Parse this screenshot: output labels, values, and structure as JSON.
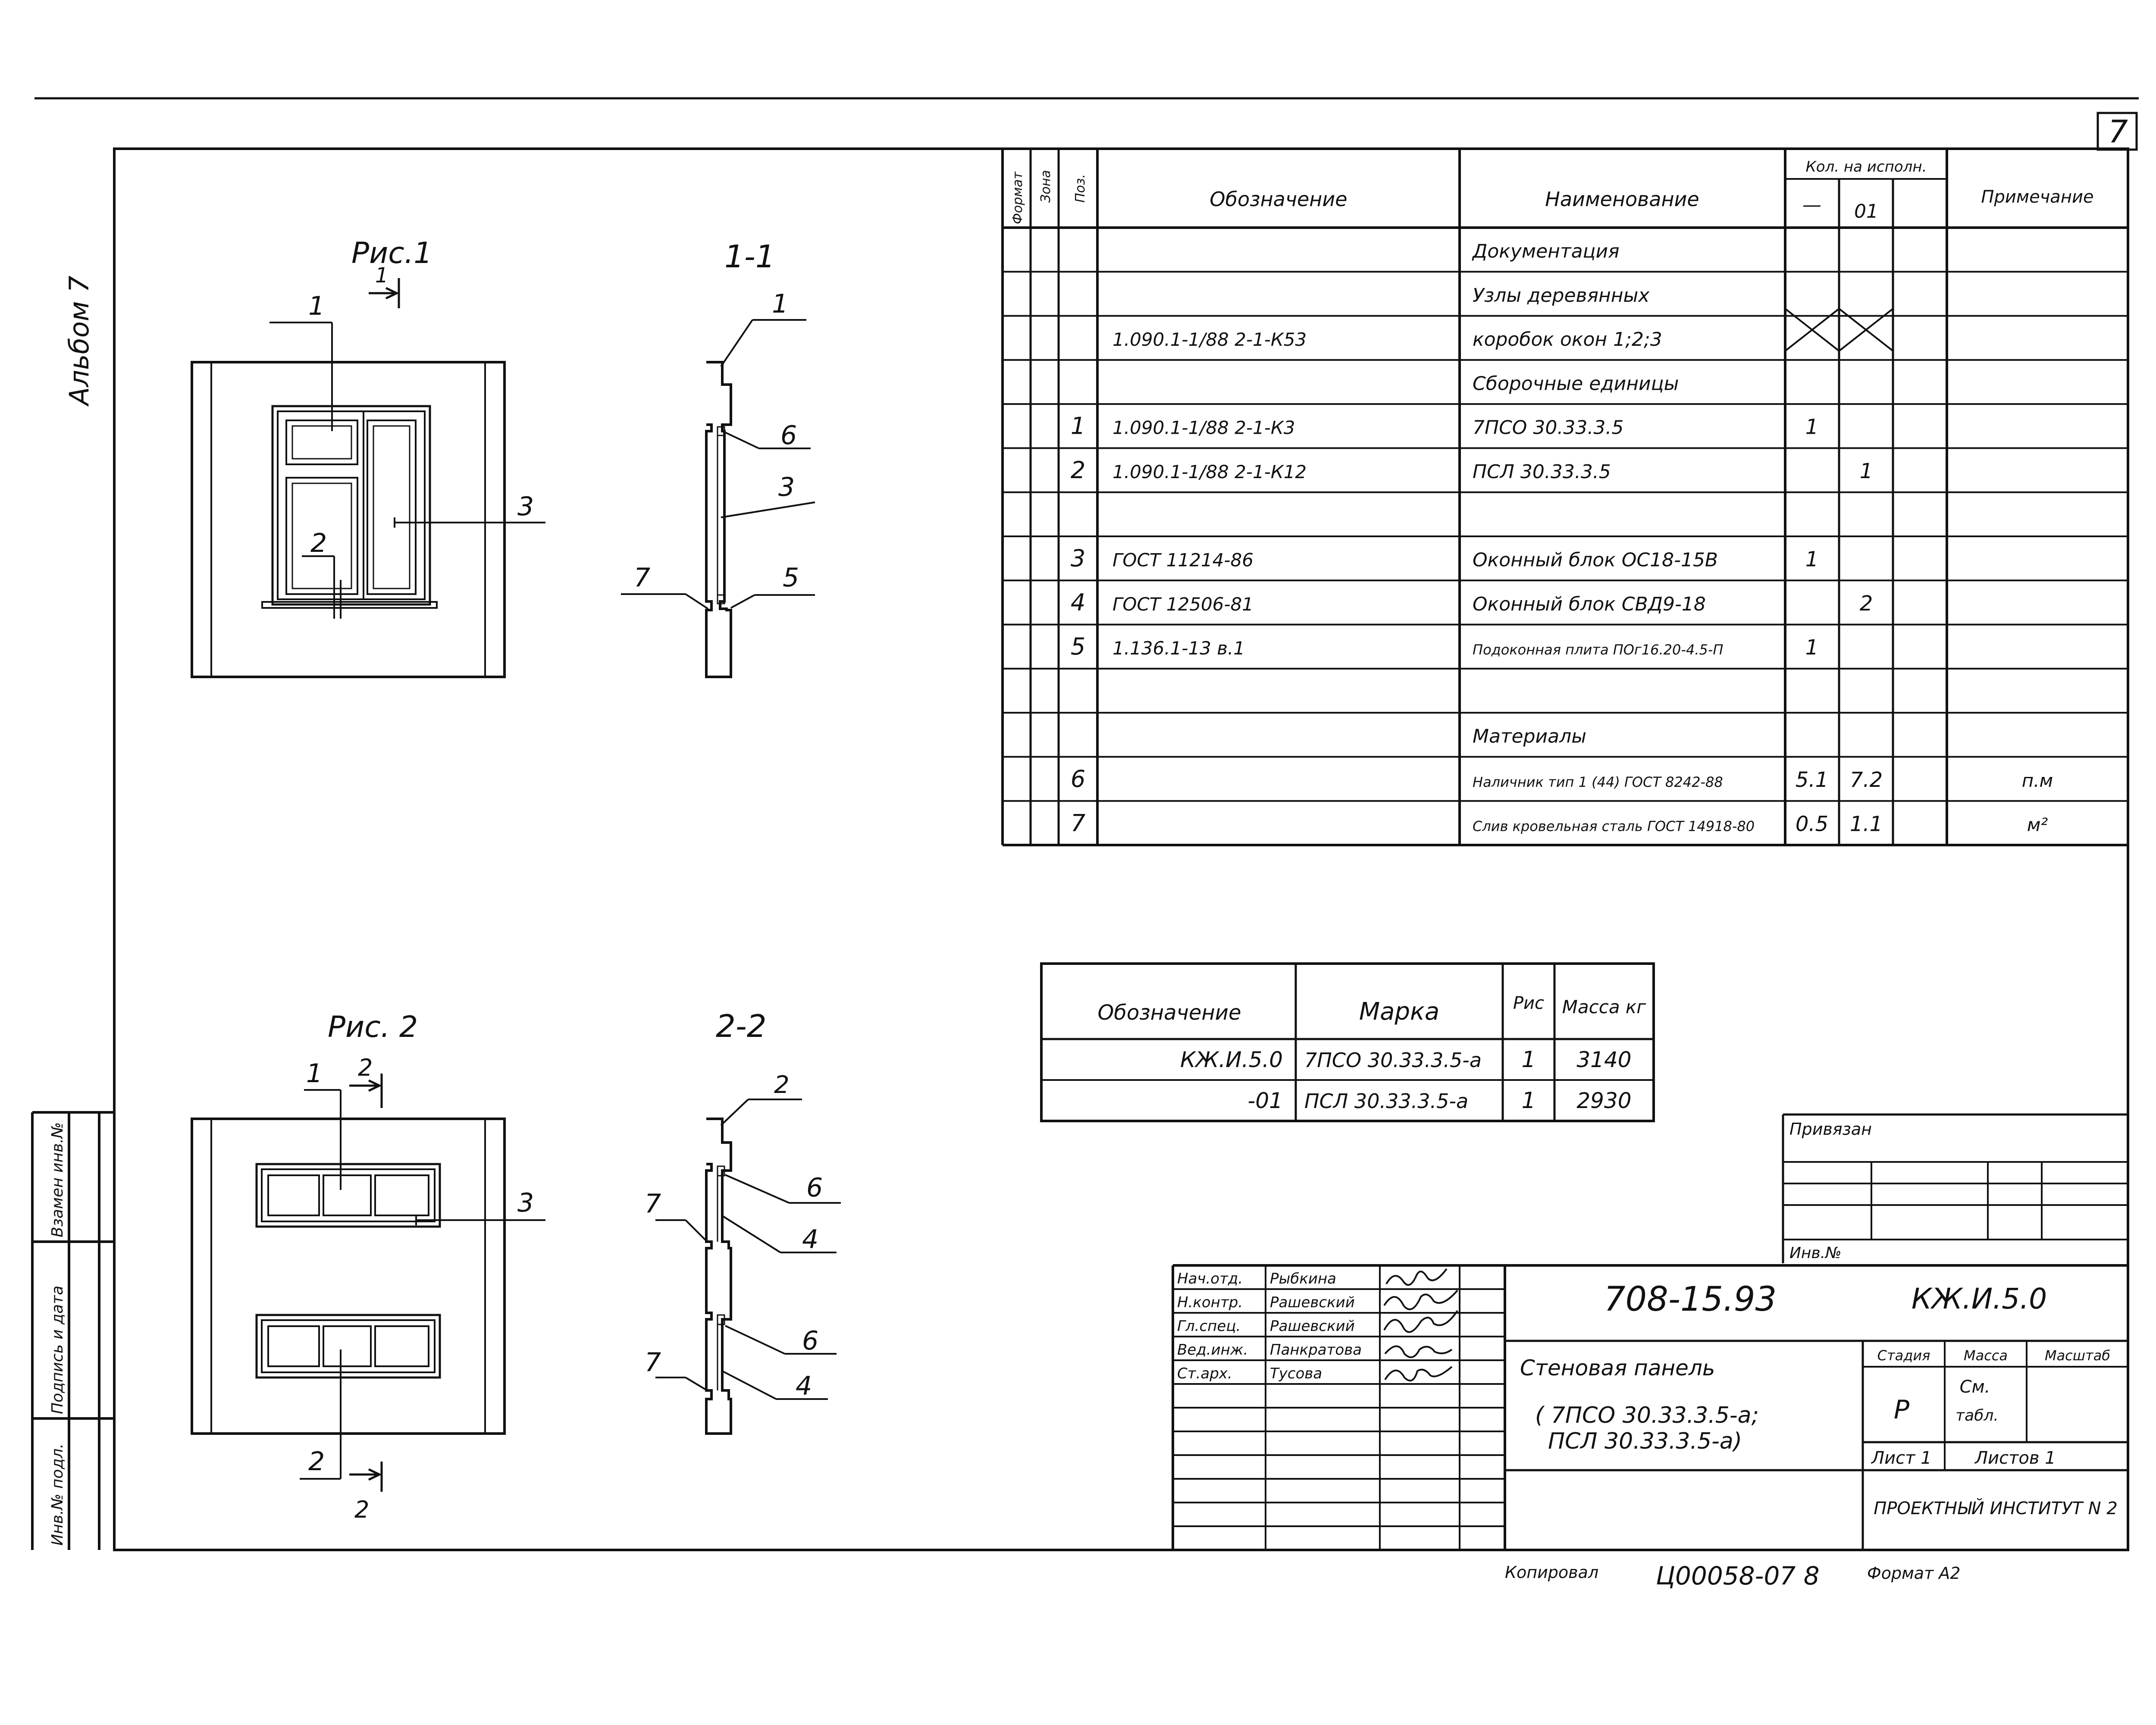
{
  "sheet_number": "7",
  "album_label": "Альбом 7",
  "left_strip": {
    "stamp1": "Взамен инв.№",
    "stamp2": "Подпись и дата",
    "stamp3": "Инв.№ подл."
  },
  "fig1": {
    "title": "Рис.1",
    "section_mark": "1",
    "callout_1": "1",
    "callout_2": "2",
    "callout_3": "3"
  },
  "sec1": {
    "title": "1-1",
    "c1": "1",
    "c6": "6",
    "c3": "3",
    "c7": "7",
    "c5": "5"
  },
  "fig2": {
    "title": "Рис. 2",
    "section_mark_top": "2",
    "section_mark_bottom": "2",
    "callout_1": "1",
    "callout_2": "2",
    "callout_3": "3"
  },
  "sec2": {
    "title": "2-2",
    "c2": "2",
    "c6a": "6",
    "c7a": "7",
    "c4a": "4",
    "c6b": "6",
    "c7b": "7",
    "c4b": "4"
  },
  "spec": {
    "headers": {
      "format": "Формат",
      "zone": "Зона",
      "pos": "Поз.",
      "designation": "Обозначение",
      "name": "Наименование",
      "qty": "Кол. на исполн.",
      "qty_a": "—",
      "qty_b": "01",
      "note": "Примечание"
    },
    "rows": [
      {
        "pos": "",
        "designation": "",
        "name": "Документация",
        "qa": "",
        "qb": "",
        "note": ""
      },
      {
        "pos": "",
        "designation": "",
        "name": "Узлы деревянных",
        "qa": "",
        "qb": "",
        "note": ""
      },
      {
        "pos": "",
        "designation": "1.090.1-1/88   2-1-К53",
        "name": "коробок окон 1;2;3",
        "qa": "",
        "qb": "",
        "note": ""
      },
      {
        "pos": "",
        "designation": "",
        "name": "Сборочные единицы",
        "qa": "",
        "qb": "",
        "note": ""
      },
      {
        "pos": "1",
        "designation": "1.090.1-1/88   2-1-К3",
        "name": "7ПСО 30.33.3.5",
        "qa": "1",
        "qb": "",
        "note": ""
      },
      {
        "pos": "2",
        "designation": "1.090.1-1/88   2-1-К12",
        "name": "ПСЛ 30.33.3.5",
        "qa": "",
        "qb": "1",
        "note": ""
      },
      {
        "pos": "",
        "designation": "",
        "name": "",
        "qa": "",
        "qb": "",
        "note": ""
      },
      {
        "pos": "3",
        "designation": "ГОСТ 11214-86",
        "name": "Оконный блок ОС18-15В",
        "qa": "1",
        "qb": "",
        "note": ""
      },
      {
        "pos": "4",
        "designation": "ГОСТ 12506-81",
        "name": "Оконный блок СВД9-18",
        "qa": "",
        "qb": "2",
        "note": ""
      },
      {
        "pos": "5",
        "designation": "1.136.1-13 в.1",
        "name": "Подоконная плита ПОг16.20-4.5-П",
        "qa": "1",
        "qb": "",
        "note": ""
      },
      {
        "pos": "",
        "designation": "",
        "name": "",
        "qa": "",
        "qb": "",
        "note": ""
      },
      {
        "pos": "",
        "designation": "",
        "name": "Материалы",
        "qa": "",
        "qb": "",
        "note": ""
      },
      {
        "pos": "6",
        "designation": "",
        "name": "Наличник тип 1 (44) ГОСТ 8242-88",
        "qa": "5.1",
        "qb": "7.2",
        "note": "п.м"
      },
      {
        "pos": "7",
        "designation": "",
        "name": "Слив кровельная сталь ГОСТ 14918-80",
        "qa": "0.5",
        "qb": "1.1",
        "note": "м²"
      }
    ]
  },
  "marks": {
    "headers": {
      "designation": "Обозначение",
      "mark": "Марка",
      "fig": "Рис",
      "mass": "Масса кг"
    },
    "rows": [
      {
        "designation": "КЖ.И.5.0",
        "mark": "7ПСО 30.33.3.5-а",
        "fig": "1",
        "mass": "3140"
      },
      {
        "designation": "-01",
        "mark": "ПСЛ 30.33.3.5-а",
        "fig": "1",
        "mass": "2930"
      }
    ]
  },
  "privyazan": {
    "label": "Привязан",
    "inv_label": "Инв.№"
  },
  "title_block": {
    "signers": [
      {
        "role": "Нач.отд.",
        "name": "Рыбкина"
      },
      {
        "role": "Н.контр.",
        "name": "Рашевский"
      },
      {
        "role": "Гл.спец.",
        "name": "Рашевский"
      },
      {
        "role": "Вед.инж.",
        "name": "Панкратова"
      },
      {
        "role": "Ст.арх.",
        "name": "Тусова"
      }
    ],
    "doc_number": "708-15.93",
    "doc_code": "КЖ.И.5.0",
    "title_line1": "Стеновая панель",
    "title_line2": "( 7ПСО 30.33.3.5-а;",
    "title_line3": "ПСЛ 30.33.3.5-а)",
    "stage_label": "Стадия",
    "mass_label": "Масса",
    "scale_label": "Масштаб",
    "stage_value": "Р",
    "mass_value_1": "См.",
    "mass_value_2": "табл.",
    "sheet_label": "Лист 1",
    "sheets_label": "Листов 1",
    "organization": "ПРОЕКТНЫЙ ИНСТИТУТ N 2"
  },
  "footer": {
    "copied": "Копировал",
    "order": "Ц00058-07  8",
    "format": "Формат А2"
  }
}
